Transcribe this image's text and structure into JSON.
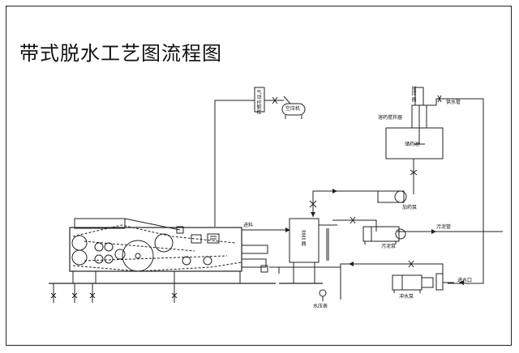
{
  "title": "带式脱水工艺图流程图",
  "labels": {
    "air_dryer": "气动控制柜",
    "air_compressor": "空压机",
    "mixer": "搅拌器",
    "dissolve_stirrer": "溶药搅拌器",
    "water_pipe_top": "供水管",
    "storage_tank": "储药池",
    "dosing_pump": "加药泵",
    "feed": "进料",
    "mixing_tank": "混合器",
    "sludge_pipe": "污泥管",
    "sludge_pump": "污泥泵",
    "water_inlet": "进水口",
    "flush_pump": "冲水泵",
    "pressure_gauge": "水压表"
  }
}
